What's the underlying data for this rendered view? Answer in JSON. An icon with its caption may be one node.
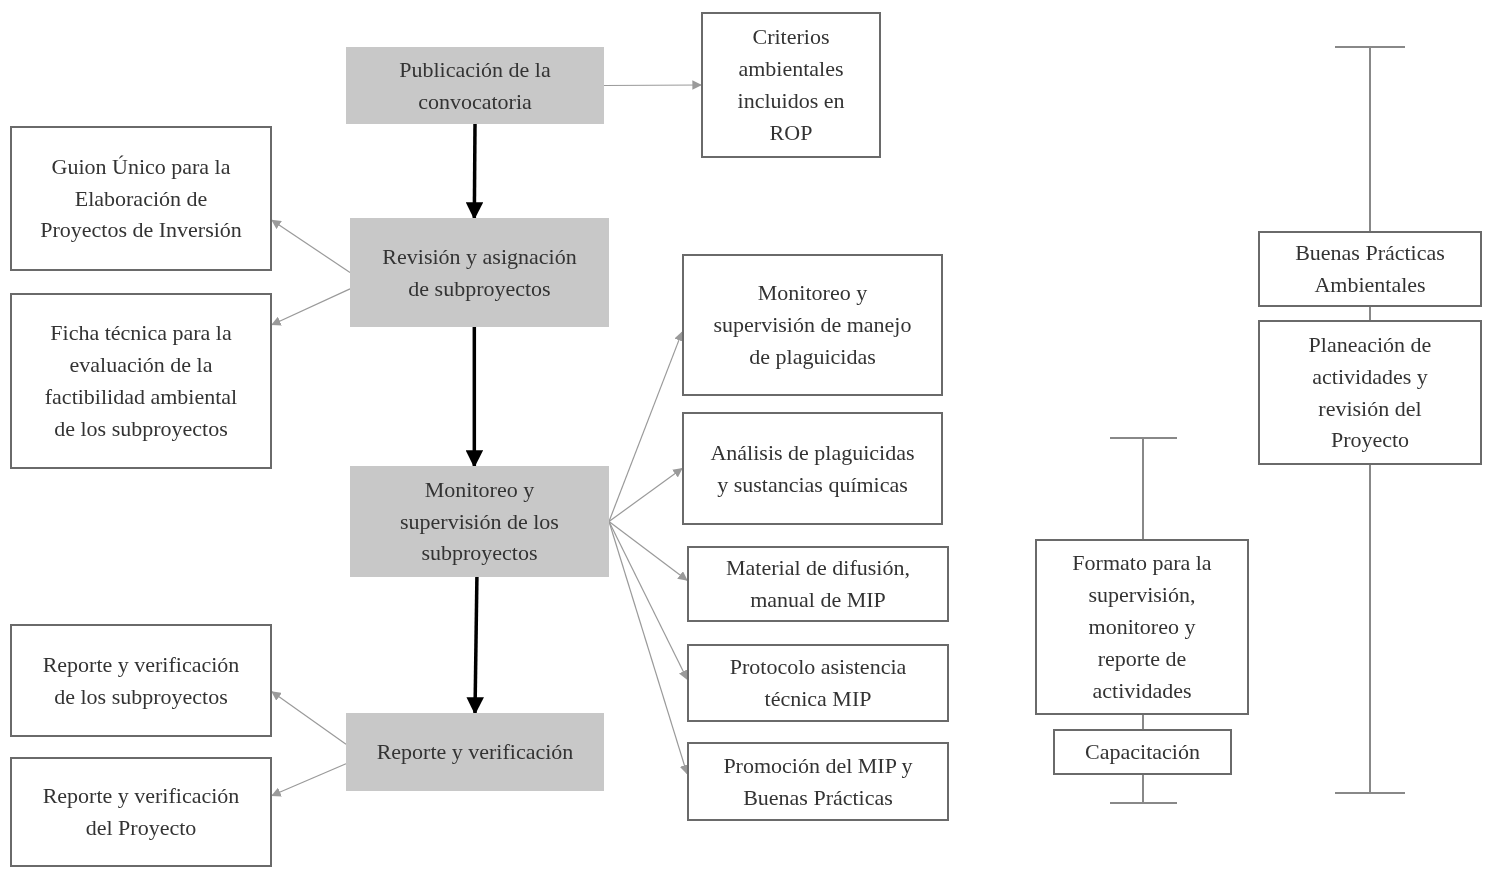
{
  "diagram": {
    "nodes": [
      {
        "text": [
          "Publicación de la convocatoria"
        ]
      },
      {
        "text": [
          "Criterios ambientales incluidos en ROP"
        ]
      },
      {
        "text": [
          "Guion Único para la Elaboración de Proyectos de Inversión"
        ]
      },
      {
        "text": [
          "Revisión y asignación de subproyectos"
        ]
      },
      {
        "text": [
          "Ficha técnica para la evaluación de la factibilidad ambiental de los subproyectos"
        ]
      },
      {
        "text": [
          "Monitoreo y supervisión de manejo de plaguicidas"
        ]
      },
      {
        "text": [
          "Análisis de plaguicidas y sustancias químicas"
        ]
      },
      {
        "text": [
          "Monitoreo y supervisión de los subproyectos"
        ]
      },
      {
        "text": [
          "Material de difusión, manual de MIP"
        ]
      },
      {
        "text": [
          "Protocolo asistencia técnica MIP"
        ]
      },
      {
        "text": [
          "Promoción del MIP y Buenas Prácticas"
        ]
      },
      {
        "text": [
          "Reporte y verificación de los subproyectos"
        ]
      },
      {
        "text": [
          "Reporte y verificación"
        ]
      },
      {
        "text": [
          "Reporte y verificación del Proyecto"
        ]
      },
      {
        "text": [
          "Buenas Prácticas Ambientales"
        ]
      },
      {
        "text": [
          "Planeación de actividades y revisión del Proyecto"
        ]
      },
      {
        "text": [
          "Formato para la supervisión, monitoreo y reporte de actividades"
        ]
      },
      {
        "text": [
          "Capacitación"
        ]
      }
    ],
    "edges": [
      {
        "from": 0,
        "to": 1,
        "arrow": "to"
      },
      {
        "from": 0,
        "to": 3,
        "arrow": "to",
        "style": "thick",
        "color": "#000000"
      },
      {
        "from": 3,
        "to": 2,
        "arrow": "to"
      },
      {
        "from": 3,
        "to": 4,
        "arrow": "to"
      },
      {
        "from": 3,
        "to": 7,
        "arrow": "to",
        "style": "thick",
        "color": "#000000"
      },
      {
        "from": 7,
        "to": 5,
        "arrow": "to"
      },
      {
        "from": 7,
        "to": 6,
        "arrow": "to"
      },
      {
        "from": 7,
        "to": 8,
        "arrow": "to"
      },
      {
        "from": 7,
        "to": 9,
        "arrow": "to"
      },
      {
        "from": 7,
        "to": 10,
        "arrow": "to"
      },
      {
        "from": 7,
        "to": 12,
        "arrow": "to",
        "style": "thick",
        "color": "#000000"
      },
      {
        "from": 12,
        "to": 11,
        "arrow": "to"
      },
      {
        "from": 12,
        "to": 13,
        "arrow": "to"
      }
    ]
  }
}
